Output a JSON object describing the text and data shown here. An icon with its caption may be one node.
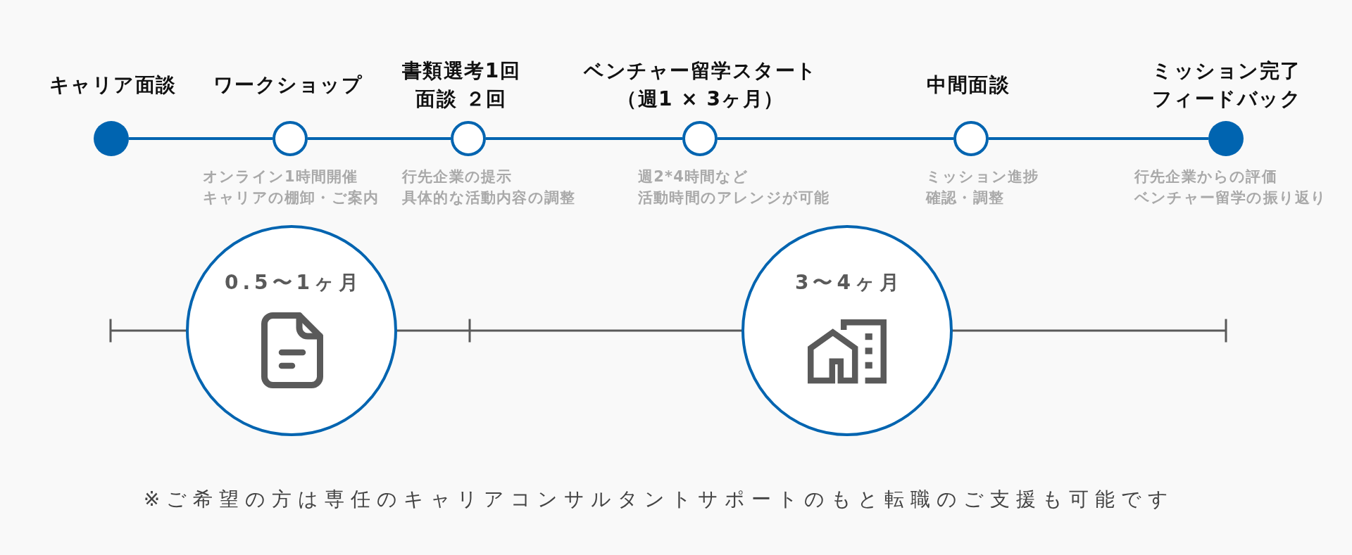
{
  "diagram": {
    "nodes": [
      {
        "text": [
          "キャリア面談"
        ]
      },
      {
        "text": [
          "ワークショップ"
        ],
        "beside": [
          "オンライン1時間開催",
          "キャリアの棚卸・ご案内"
        ]
      },
      {
        "text": [
          "書類選考1回",
          "面談 ２回"
        ],
        "beside": [
          "行先企業の提示",
          "具体的な活動内容の調整"
        ]
      },
      {
        "text": [
          "ベンチャー留学スタート",
          "（週1 × 3ヶ月）"
        ],
        "beside": [
          "週2*4時間など",
          "活動時間のアレンジが可能"
        ]
      },
      {
        "text": [
          "中間面談"
        ],
        "beside": [
          "ミッション進捗",
          "確認・調整"
        ]
      },
      {
        "text": [
          "ミッション完了",
          "フィードバック"
        ],
        "beside": [
          "行先企業からの評価",
          "ベンチャー留学の振り返り"
        ]
      },
      {
        "text": [
          "0.5〜1ヶ月"
        ]
      },
      {
        "text": [
          "3〜4ヶ月"
        ]
      }
    ],
    "edges": [
      {
        "from": 0,
        "to": 1,
        "arrow": "none"
      },
      {
        "from": 1,
        "to": 2,
        "arrow": "none"
      },
      {
        "from": 2,
        "to": 3,
        "arrow": "none"
      },
      {
        "from": 3,
        "to": 4,
        "arrow": "none"
      },
      {
        "from": 4,
        "to": 5,
        "arrow": "none"
      }
    ],
    "labels": [
      "※ご希望の方は専任のキャリアコンサルタントサポートのもと転職のご支援も可能です"
    ]
  }
}
